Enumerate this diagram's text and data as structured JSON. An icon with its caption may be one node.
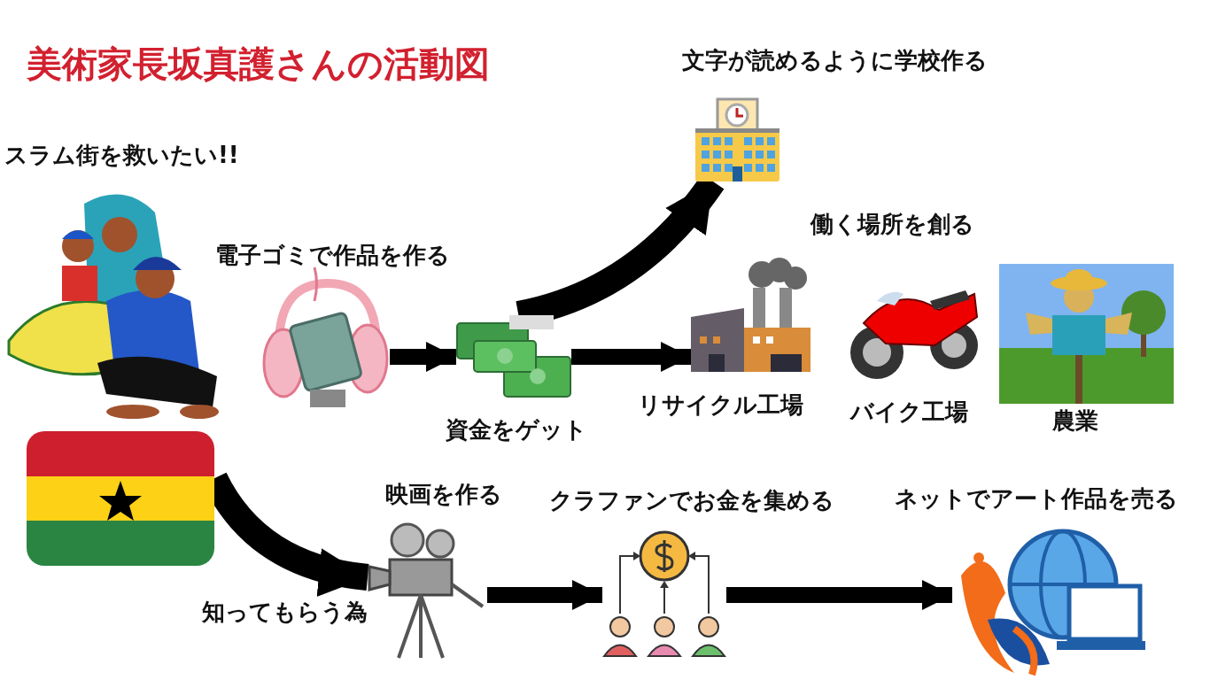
{
  "diagram": {
    "title": "美術家長坂真護さんの活動図",
    "nodes": [
      {
        "text": [
          "スラム街を救いたい!!"
        ]
      },
      {
        "text": [],
        "shape": "picture"
      },
      {
        "text": [
          "電子ゴミで作品を作る"
        ]
      },
      {
        "text": [
          "資金をゲット"
        ]
      },
      {
        "text": [
          "文字が読めるように学校作る"
        ]
      },
      {
        "text": [
          "働く場所を創る"
        ]
      },
      {
        "text": [
          "リサイクル工場"
        ]
      },
      {
        "text": [
          "バイク工場"
        ]
      },
      {
        "text": [
          "農業"
        ]
      },
      {
        "text": [
          "映画を作る"
        ]
      },
      {
        "text": [
          "クラファンでお金を集める"
        ]
      },
      {
        "text": [
          "ネットでアート作品を売る"
        ]
      }
    ],
    "edges": [
      {
        "from": 2,
        "to": 3,
        "arrow": "to"
      },
      {
        "from": 3,
        "to": 4,
        "arrow": "to"
      },
      {
        "from": 3,
        "to": 6,
        "arrow": "to"
      },
      {
        "from": 1,
        "to": 9,
        "arrow": "to",
        "label": "知ってもらう為"
      },
      {
        "from": 9,
        "to": 10,
        "arrow": "to"
      },
      {
        "from": 10,
        "to": 11,
        "arrow": "to"
      }
    ]
  }
}
